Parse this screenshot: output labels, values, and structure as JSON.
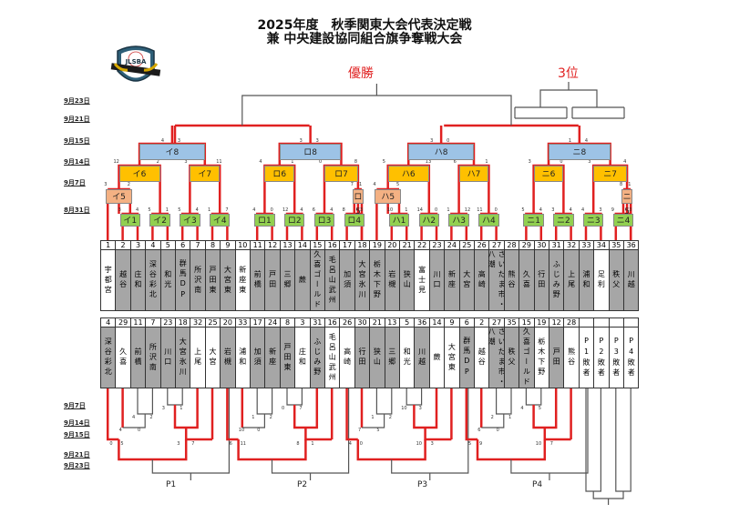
{
  "header": {
    "title_line1": "2025年度　秋季関東大会代表決定戦",
    "title_line2": "兼 中央建設協同組合旗争奪戦大会",
    "logo_text": "JLSBA",
    "champion_label": "優勝",
    "third_place_label": "3位"
  },
  "dates_top": [
    "9月23日",
    "9月21日",
    "9月15日",
    "9月14日",
    "9月7日",
    "8月31日"
  ],
  "dates_bottom": [
    "9月7日",
    "9月14日",
    "9月15日",
    "9月21日",
    "9月23日"
  ],
  "colors": {
    "win_line": "#e02020",
    "round1": "#92d050",
    "round5": "#f4b183",
    "round6_7": "#ffc000",
    "round8": "#9dc3e6",
    "team_grey": "#a6a6a6"
  },
  "top_teams": [
    {
      "no": "1",
      "name": "宇都宮",
      "seeded": true
    },
    {
      "no": "2",
      "name": "越谷"
    },
    {
      "no": "3",
      "name": "庄和"
    },
    {
      "no": "4",
      "name": "深谷彩北"
    },
    {
      "no": "5",
      "name": "和光"
    },
    {
      "no": "6",
      "name": "群馬DP"
    },
    {
      "no": "7",
      "name": "所沢南"
    },
    {
      "no": "8",
      "name": "戸田東"
    },
    {
      "no": "9",
      "name": "大宮東"
    },
    {
      "no": "10",
      "name": "新座東",
      "seeded": true
    },
    {
      "no": "11",
      "name": "前橋"
    },
    {
      "no": "12",
      "name": "戸田"
    },
    {
      "no": "13",
      "name": "三郷"
    },
    {
      "no": "14",
      "name": "蕨"
    },
    {
      "no": "15",
      "name": "久喜ゴールド"
    },
    {
      "no": "16",
      "name": "毛呂山武州"
    },
    {
      "no": "17",
      "name": "加須"
    },
    {
      "no": "18",
      "name": "大宮氷川"
    },
    {
      "no": "19",
      "name": "栃木下野"
    },
    {
      "no": "20",
      "name": "岩槻"
    },
    {
      "no": "21",
      "name": "狭山"
    },
    {
      "no": "22",
      "name": "富士見",
      "seeded": true
    },
    {
      "no": "23",
      "name": "川口"
    },
    {
      "no": "24",
      "name": "新座"
    },
    {
      "no": "25",
      "name": "大宮"
    },
    {
      "no": "26",
      "name": "高崎"
    },
    {
      "no": "27",
      "name": "さいたま市・八潮"
    },
    {
      "no": "28",
      "name": "熊谷"
    },
    {
      "no": "29",
      "name": "久喜"
    },
    {
      "no": "30",
      "name": "行田"
    },
    {
      "no": "31",
      "name": "ふじみ野"
    },
    {
      "no": "32",
      "name": "上尾"
    },
    {
      "no": "33",
      "name": "浦和"
    },
    {
      "no": "34",
      "name": "足利",
      "seeded": true
    },
    {
      "no": "35",
      "name": "秩父"
    },
    {
      "no": "36",
      "name": "川越"
    }
  ],
  "bottom_teams": [
    {
      "no": "4",
      "name": "深谷彩北"
    },
    {
      "no": "29",
      "name": "久喜",
      "white": true
    },
    {
      "no": "11",
      "name": "前橋"
    },
    {
      "no": "7",
      "name": "所沢南"
    },
    {
      "no": "23",
      "name": "川口"
    },
    {
      "no": "18",
      "name": "大宮氷川"
    },
    {
      "no": "32",
      "name": "上尾",
      "white": true
    },
    {
      "no": "25",
      "name": "大宮",
      "white": true
    },
    {
      "no": "20",
      "name": "岩槻"
    },
    {
      "no": "33",
      "name": "浦和",
      "white": true
    },
    {
      "no": "17",
      "name": "加須"
    },
    {
      "no": "24",
      "name": "新座"
    },
    {
      "no": "8",
      "name": "戸田東"
    },
    {
      "no": "3",
      "name": "庄和",
      "white": true
    },
    {
      "no": "31",
      "name": "ふじみ野"
    },
    {
      "no": "16",
      "name": "毛呂山武州",
      "white": true
    },
    {
      "no": "26",
      "name": "高崎",
      "white": true
    },
    {
      "no": "30",
      "name": "行田"
    },
    {
      "no": "21",
      "name": "狭山"
    },
    {
      "no": "13",
      "name": "三郷"
    },
    {
      "no": "5",
      "name": "和光",
      "white": true
    },
    {
      "no": "36",
      "name": "川越"
    },
    {
      "no": "14",
      "name": "蕨",
      "white": true
    },
    {
      "no": "9",
      "name": "大宮東",
      "white": true
    },
    {
      "no": "6",
      "name": "群馬DP"
    },
    {
      "no": "2",
      "name": "越谷",
      "white": true
    },
    {
      "no": "27",
      "name": "さいたま市・八潮"
    },
    {
      "no": "35",
      "name": "秩父"
    },
    {
      "no": "15",
      "name": "久喜ゴールド"
    },
    {
      "no": "19",
      "name": "栃木下野",
      "white": true
    },
    {
      "no": "12",
      "name": "戸田"
    },
    {
      "no": "28",
      "name": "熊谷",
      "white": true
    },
    {
      "no": "",
      "name": "P1敗者",
      "white": true
    },
    {
      "no": "",
      "name": "P2敗者",
      "white": true
    },
    {
      "no": "",
      "name": "P3敗者",
      "white": true
    },
    {
      "no": "",
      "name": "P4敗者",
      "white": true
    }
  ],
  "matches": {
    "r1": [
      "イ1",
      "イ2",
      "イ3",
      "イ4",
      "ロ1",
      "ロ2",
      "ロ3",
      "ロ4",
      "ハ1",
      "ハ2",
      "ハ3",
      "ハ4",
      "ニ1",
      "ニ2",
      "ニ3",
      "ニ4"
    ],
    "r1_scores": [
      [
        "3",
        "4"
      ],
      [
        "5",
        "1"
      ],
      [
        "5",
        "4"
      ],
      [
        "1",
        "7"
      ],
      [
        "4",
        "0"
      ],
      [
        "12",
        "4"
      ],
      [
        "6",
        "4"
      ],
      [
        "8",
        "3"
      ],
      [
        "10",
        "1"
      ],
      [
        "14",
        "0"
      ],
      [
        "1",
        "12"
      ],
      [
        "11",
        "0"
      ],
      [
        "5",
        "4"
      ],
      [
        "3",
        "4"
      ],
      [
        "4",
        "3"
      ],
      [
        "9",
        "3"
      ]
    ],
    "r5": [
      "イ5",
      "ロ5",
      "ハ5",
      "ニ5"
    ],
    "r5_scores": [
      [
        "3",
        "2"
      ],
      [
        "7",
        "1"
      ],
      [
        "4",
        "5"
      ],
      [
        "8",
        "1"
      ]
    ],
    "r6_7": [
      "イ6",
      "イ7",
      "ロ6",
      "ロ7",
      "ハ6",
      "ハ7",
      "ニ6",
      "ニ7"
    ],
    "r6_7_scores": [
      [
        "12",
        "2"
      ],
      [
        "3",
        "11"
      ],
      [
        "4",
        "1"
      ],
      [
        "0",
        "8"
      ],
      [
        "5",
        "13"
      ],
      [
        "6",
        "1"
      ],
      [
        "3",
        "0"
      ],
      [
        "3",
        "4"
      ]
    ],
    "r8": [
      "イ8",
      "ロ8",
      "ハ8",
      "ニ8"
    ],
    "r8_scores": [
      [
        "4",
        "3"
      ],
      [
        "3",
        "3"
      ],
      [
        "3",
        "0"
      ],
      [
        "1",
        "4"
      ]
    ]
  },
  "bottom_scores": {
    "P1": [
      "4",
      "2",
      "4",
      "0",
      "3",
      "1",
      "0",
      "5",
      "3",
      "7"
    ],
    "P2": [
      "1",
      "2",
      "10",
      "0",
      "0",
      "7",
      "6",
      "11",
      "8",
      "1"
    ],
    "P3": [
      "1",
      "2",
      "7",
      "5",
      "10",
      "3",
      "4",
      "0",
      "10",
      "3"
    ],
    "P4": [
      "2",
      "1",
      "6",
      "0",
      "4",
      "5",
      "5",
      "9",
      "10",
      "7"
    ]
  },
  "playoff_labels": [
    "P1",
    "P2",
    "P3",
    "P4"
  ]
}
